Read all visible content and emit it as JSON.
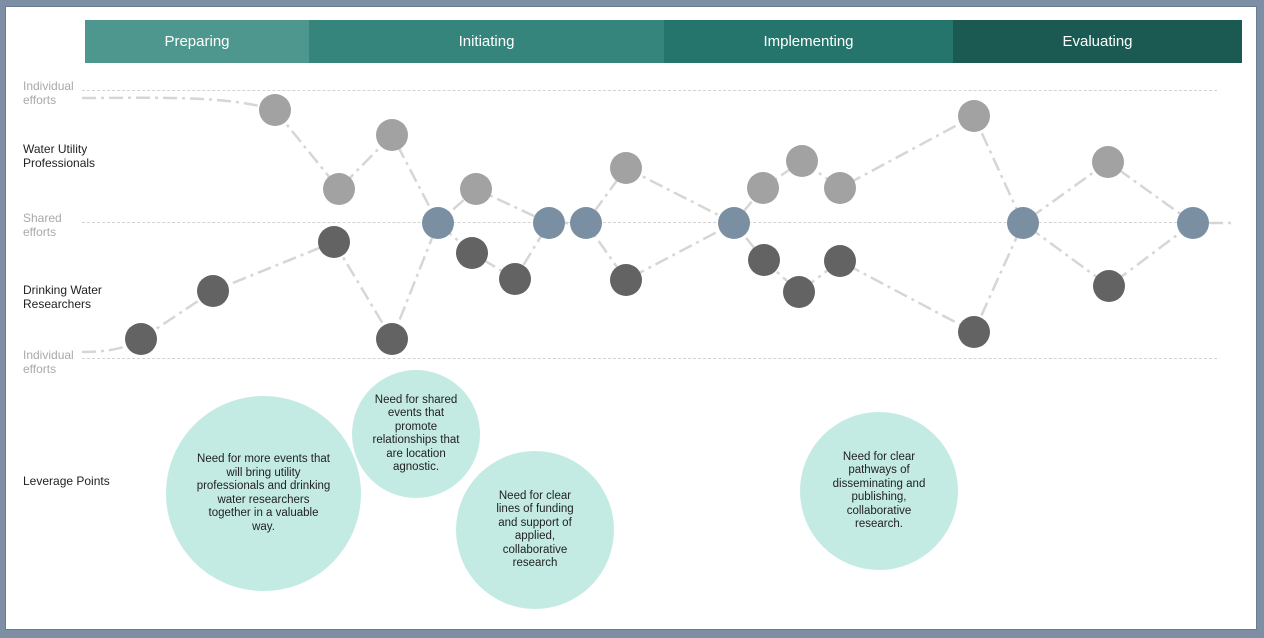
{
  "phases": [
    {
      "label": "Preparing",
      "color": "#4e978e"
    },
    {
      "label": "Initiating",
      "color": "#35857c"
    },
    {
      "label": "Implementing",
      "color": "#26756d"
    },
    {
      "label": "Evaluating",
      "color": "#1a5a53"
    }
  ],
  "rows": {
    "individual_top": "Individual efforts",
    "professionals": "Water Utility Professionals",
    "shared": "Shared efforts",
    "researchers": "Drinking Water Researchers",
    "individual_bottom": "Individual efforts",
    "leverage": "Leverage Points"
  },
  "colors": {
    "professional_dot": "#a2a2a2",
    "researcher_dot": "#636363",
    "shared_dot": "#7b8fa3",
    "connector": "#d6d6d6",
    "bubble": "#c3ebe3"
  },
  "leverage_points": [
    {
      "text": "Need for more events that will bring utility professionals and drinking water researchers together in a valuable way."
    },
    {
      "text": "Need for shared events that promote relationships that are location agnostic."
    },
    {
      "text": "Need for clear lines of funding and support of applied, collaborative research"
    },
    {
      "text": "Need for clear pathways of disseminating and publishing, collaborative research."
    }
  ]
}
